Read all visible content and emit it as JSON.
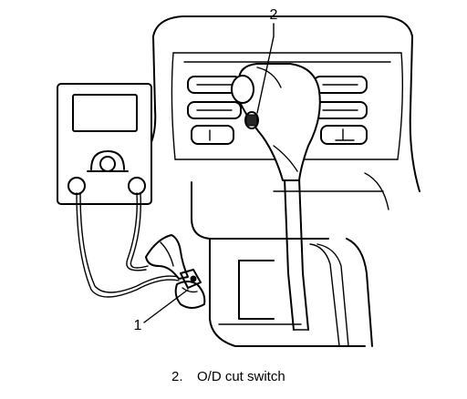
{
  "figure": {
    "callouts": [
      {
        "number": "1",
        "target": "test-lead-clip"
      },
      {
        "number": "2",
        "target": "od-cut-switch"
      }
    ],
    "caption": {
      "number": "2.",
      "text": "O/D cut switch"
    }
  },
  "colors": {
    "ink": "#000000",
    "paper": "#ffffff"
  }
}
